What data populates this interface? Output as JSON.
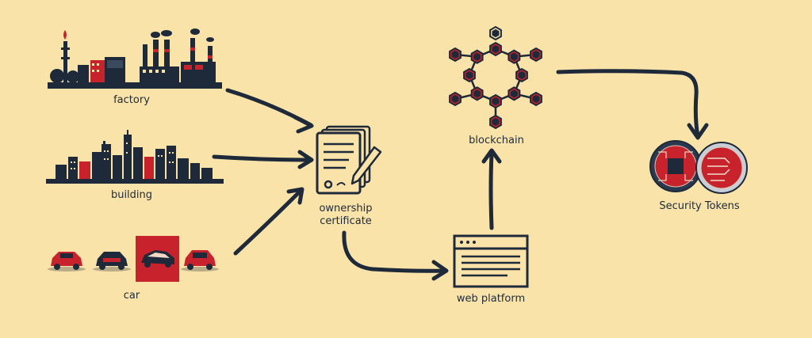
{
  "nodes": {
    "factory": {
      "label": "factory"
    },
    "building": {
      "label": "building"
    },
    "car": {
      "label": "car"
    },
    "certificate": {
      "label_line1": "ownership",
      "label_line2": "certificate"
    },
    "web_platform": {
      "label": "web platform"
    },
    "blockchain": {
      "label": "blockchain"
    },
    "tokens": {
      "label": "Security Tokens"
    }
  },
  "edges": [
    {
      "from": "factory",
      "to": "certificate"
    },
    {
      "from": "building",
      "to": "certificate"
    },
    {
      "from": "car",
      "to": "certificate"
    },
    {
      "from": "certificate",
      "to": "web_platform"
    },
    {
      "from": "web_platform",
      "to": "blockchain"
    },
    {
      "from": "blockchain",
      "to": "tokens"
    }
  ],
  "colors": {
    "background": "#f9e3a9",
    "ink": "#1e2a3a",
    "accent": "#c8232c"
  }
}
